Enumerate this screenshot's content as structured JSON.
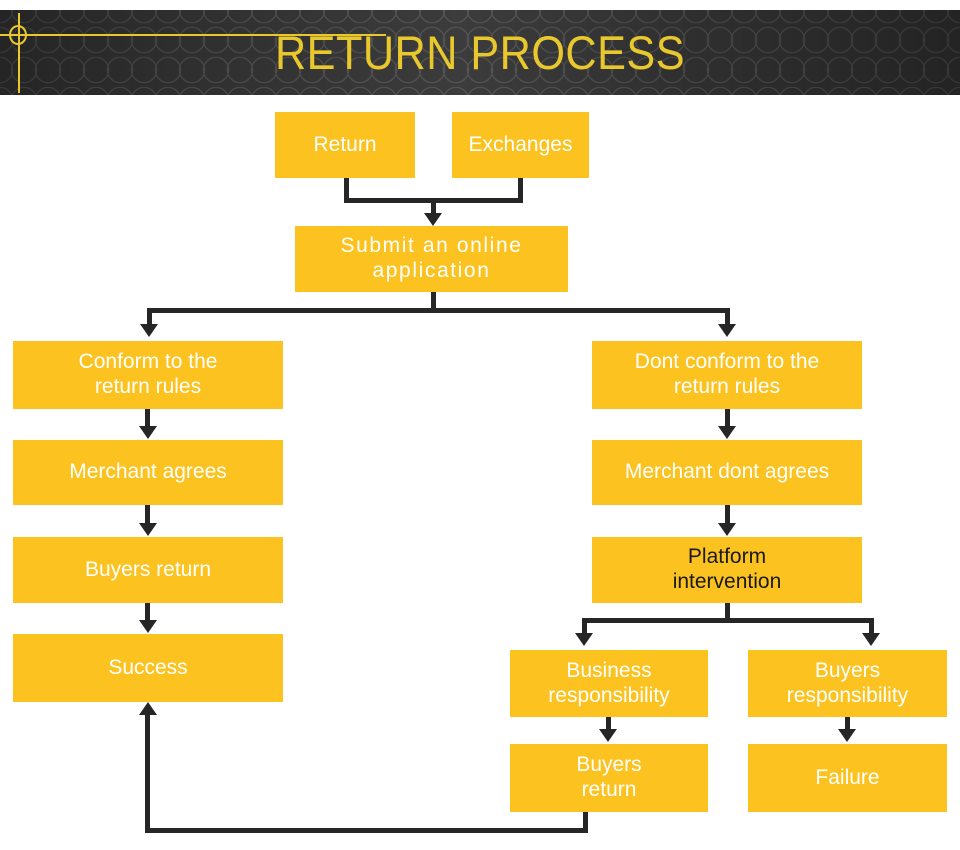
{
  "header": {
    "title": "RETURN PROCESS",
    "background_color": "#333333",
    "accent_color": "#E9C82E"
  },
  "theme": {
    "node_fill": "#FCC21F",
    "node_text": "#FFFFFF",
    "node_text_dark": "#1A1A1A",
    "connector_color": "#262626",
    "canvas_background": "#FFFFFF"
  },
  "flow": {
    "nodes": [
      {
        "id": "return",
        "label": "Return"
      },
      {
        "id": "exchanges",
        "label": "Exchanges"
      },
      {
        "id": "submit",
        "label": "Submit an online\napplication"
      },
      {
        "id": "conform",
        "label": "Conform to the\nreturn rules"
      },
      {
        "id": "merchant-agrees",
        "label": "Merchant agrees"
      },
      {
        "id": "buyers-return-left",
        "label": "Buyers return"
      },
      {
        "id": "success",
        "label": "Success"
      },
      {
        "id": "dont-conform",
        "label": "Dont conform to the\nreturn rules"
      },
      {
        "id": "merchant-dont-agrees",
        "label": "Merchant dont agrees"
      },
      {
        "id": "platform",
        "label": "Platform\nintervention"
      },
      {
        "id": "business-resp",
        "label": "Business\nresponsibility"
      },
      {
        "id": "buyers-resp",
        "label": "Buyers\nresponsibility"
      },
      {
        "id": "buyers-return-right",
        "label": "Buyers\nreturn"
      },
      {
        "id": "failure",
        "label": "Failure"
      }
    ],
    "edges": [
      {
        "from": "return",
        "to": "submit"
      },
      {
        "from": "exchanges",
        "to": "submit"
      },
      {
        "from": "submit",
        "to": "conform"
      },
      {
        "from": "submit",
        "to": "dont-conform"
      },
      {
        "from": "conform",
        "to": "merchant-agrees"
      },
      {
        "from": "merchant-agrees",
        "to": "buyers-return-left"
      },
      {
        "from": "buyers-return-left",
        "to": "success"
      },
      {
        "from": "dont-conform",
        "to": "merchant-dont-agrees"
      },
      {
        "from": "merchant-dont-agrees",
        "to": "platform"
      },
      {
        "from": "platform",
        "to": "business-resp"
      },
      {
        "from": "platform",
        "to": "buyers-resp"
      },
      {
        "from": "business-resp",
        "to": "buyers-return-right"
      },
      {
        "from": "buyers-resp",
        "to": "failure"
      },
      {
        "from": "buyers-return-right",
        "to": "success"
      }
    ]
  }
}
